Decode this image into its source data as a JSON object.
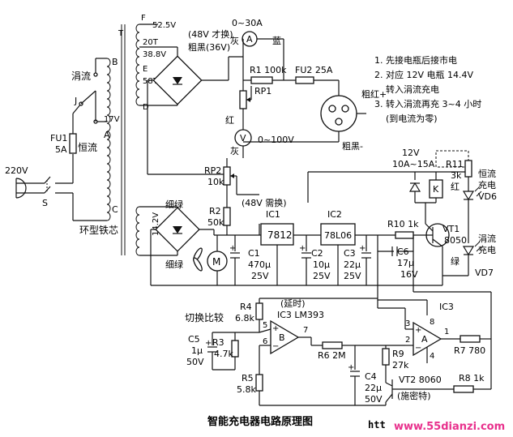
{
  "transformer": {
    "tap_letters": [
      "F",
      "T",
      "B",
      "E",
      "D",
      "A",
      "C"
    ],
    "v_52": "52.5V",
    "turns_20": "20T",
    "v_38": "38.8V",
    "turns_58": "58T",
    "v_17": "17V",
    "sec2": "14.2V",
    "core_label": "环型铁芯"
  },
  "mains": {
    "voltage": "220V",
    "fuse": "FU1",
    "fuse_rating": "5A",
    "switch": "S",
    "switch_j": "J",
    "trickle": "涓流",
    "constant": "恒流"
  },
  "upper": {
    "note_48": "(48V 才换)",
    "coarse_black_36": "粗黑(36V)",
    "ammeter_range": "0~30A",
    "gray": "灰",
    "blue": "蓝",
    "ammeter": "A",
    "r1": "R1 100k",
    "fu2": "FU2 25A",
    "red_plus": "粗红+",
    "black_minus": "粗黑-",
    "rp1": "RP1",
    "red": "红",
    "voltmeter": "V",
    "volt_range": "0~100V",
    "gray2": "灰"
  },
  "notes": [
    "1. 先接电瓶后接市电",
    "2. 对应 12V 电瓶 14.4V",
    "转入涓流充电",
    "3. 转入涓流再充 3~4 小时",
    "(到电流为零)"
  ],
  "relay": {
    "v12": "12V",
    "current": "10A~15A",
    "r11": "R11",
    "r11_val": "3k",
    "k": "K",
    "red": "红",
    "cc_line1": "恒流",
    "cc_line2": "充电",
    "vd6": "VD6",
    "r10": "R10 1k",
    "vt1": "VT1",
    "vt1_part": "8050",
    "green": "绿",
    "tr_line1": "涓流",
    "tr_line2": "充电",
    "vd7": "VD7"
  },
  "middle": {
    "rp2": "RP2",
    "rp2_val": "10k",
    "note_48": "(48V 需换)",
    "r2": "R2",
    "r2_val": "50k",
    "fine_green_top": "细绿",
    "fine_green_bot": "细绿",
    "motor": "M",
    "ic1": "IC1",
    "ic1_part": "7812",
    "ic2": "IC2",
    "ic2_part": "78L06",
    "c1": "C1",
    "c1_val": "470μ",
    "c1_v": "25V",
    "c2": "C2",
    "c2_val": "10μ",
    "c2_v": "25V",
    "c3": "C3",
    "c3_val": "22μ",
    "c3_v": "25V",
    "c6": "C6",
    "c6_val": "17μ",
    "c6_v": "16V"
  },
  "lower": {
    "switch_compare": "切换比较",
    "c5": "C5",
    "c5_val": "1μ",
    "c5_v": "50V",
    "r4": "R4",
    "r4_val": "6.8k",
    "r3": "R3",
    "r3_val": "4.7k",
    "r5": "R5",
    "r5_val": "5.8k",
    "delay": "(延时)",
    "ic3_title": "IC3 LM393",
    "pin5": "5",
    "pin6": "6",
    "pin7": "7",
    "pin3": "3",
    "pin2": "2",
    "pin8": "8",
    "pin1": "1",
    "pin4": "4",
    "opa": "B",
    "opb": "A",
    "ic3_right": "IC3",
    "r6": "R6 2M",
    "r7": "R7 780",
    "r9": "R9",
    "r9_val": "27k",
    "c4": "C4",
    "c4_val": "22μ",
    "c4_v": "50V",
    "vt2": "VT2 8060",
    "r8": "R8 1k",
    "schmitt": "(施密特)"
  },
  "footer": {
    "title": "智能充电器电路原理图",
    "watermark_prefix": "htt",
    "watermark_site": "www.55dianzi.com"
  },
  "colors": {
    "ink": "#111111",
    "watermark": "#e8308c"
  }
}
